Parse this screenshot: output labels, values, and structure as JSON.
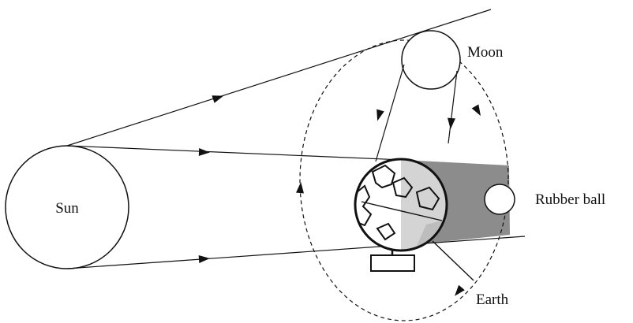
{
  "labels": {
    "sun": "Sun",
    "moon": "Moon",
    "earth": "Earth",
    "rubber_ball": "Rubber ball"
  },
  "colors": {
    "line": "#111111",
    "shadow": "#8c8c8c",
    "globe_lit": "#ffffff",
    "globe_dark": "#d4d4d4",
    "globe_shade": "#e8e8e8"
  }
}
